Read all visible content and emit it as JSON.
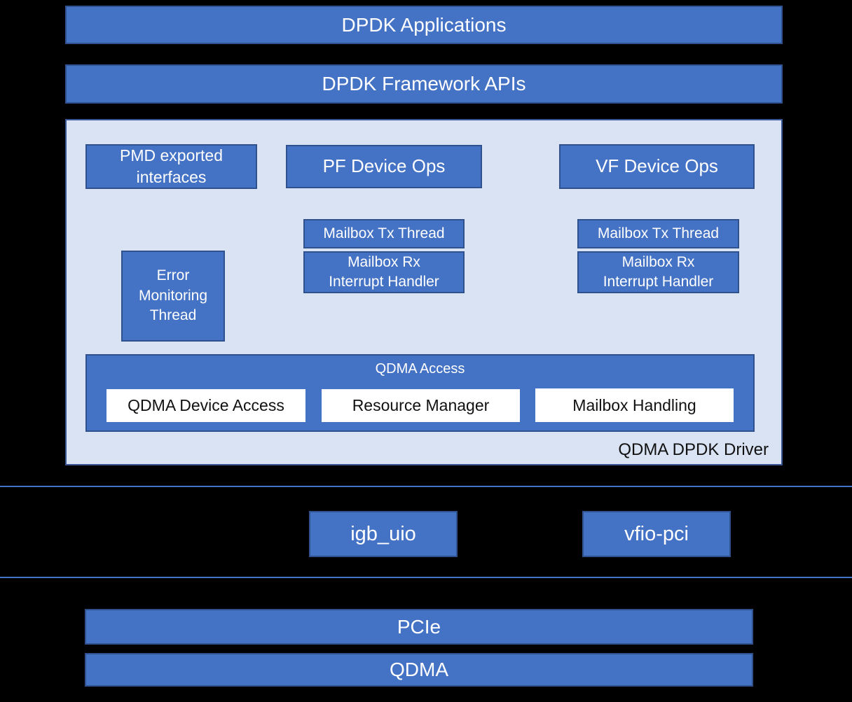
{
  "colors": {
    "background": "#000000",
    "box_fill": "#4472C4",
    "box_border": "#2F528F",
    "container_fill": "#DAE3F3",
    "white_box_fill": "#FFFFFF",
    "separator_line": "#4472C4",
    "text_light": "#FFFFFF",
    "text_dark": "#111111"
  },
  "layers": {
    "applications_label": "DPDK Applications",
    "framework_label": "DPDK Framework APIs"
  },
  "driver": {
    "label": "QDMA DPDK Driver",
    "pmd_exported_interfaces": "PMD exported interfaces",
    "pf_device_ops": "PF Device Ops",
    "vf_device_ops": "VF Device Ops",
    "pf_mailbox_tx": "Mailbox Tx Thread",
    "pf_mailbox_rx": "Mailbox Rx Interrupt Handler",
    "vf_mailbox_tx": "Mailbox Tx Thread",
    "vf_mailbox_rx": "Mailbox Rx Interrupt Handler",
    "error_monitoring_thread": "Error Monitoring Thread",
    "qdma_access": {
      "title": "QDMA Access",
      "modules": [
        "QDMA Device Access",
        "Resource Manager",
        "Mailbox Handling"
      ]
    }
  },
  "kernel_modules": {
    "igb_uio": "igb_uio",
    "vfio_pci": "vfio-pci"
  },
  "hardware": {
    "pcie": "PCIe",
    "qdma": "QDMA"
  }
}
